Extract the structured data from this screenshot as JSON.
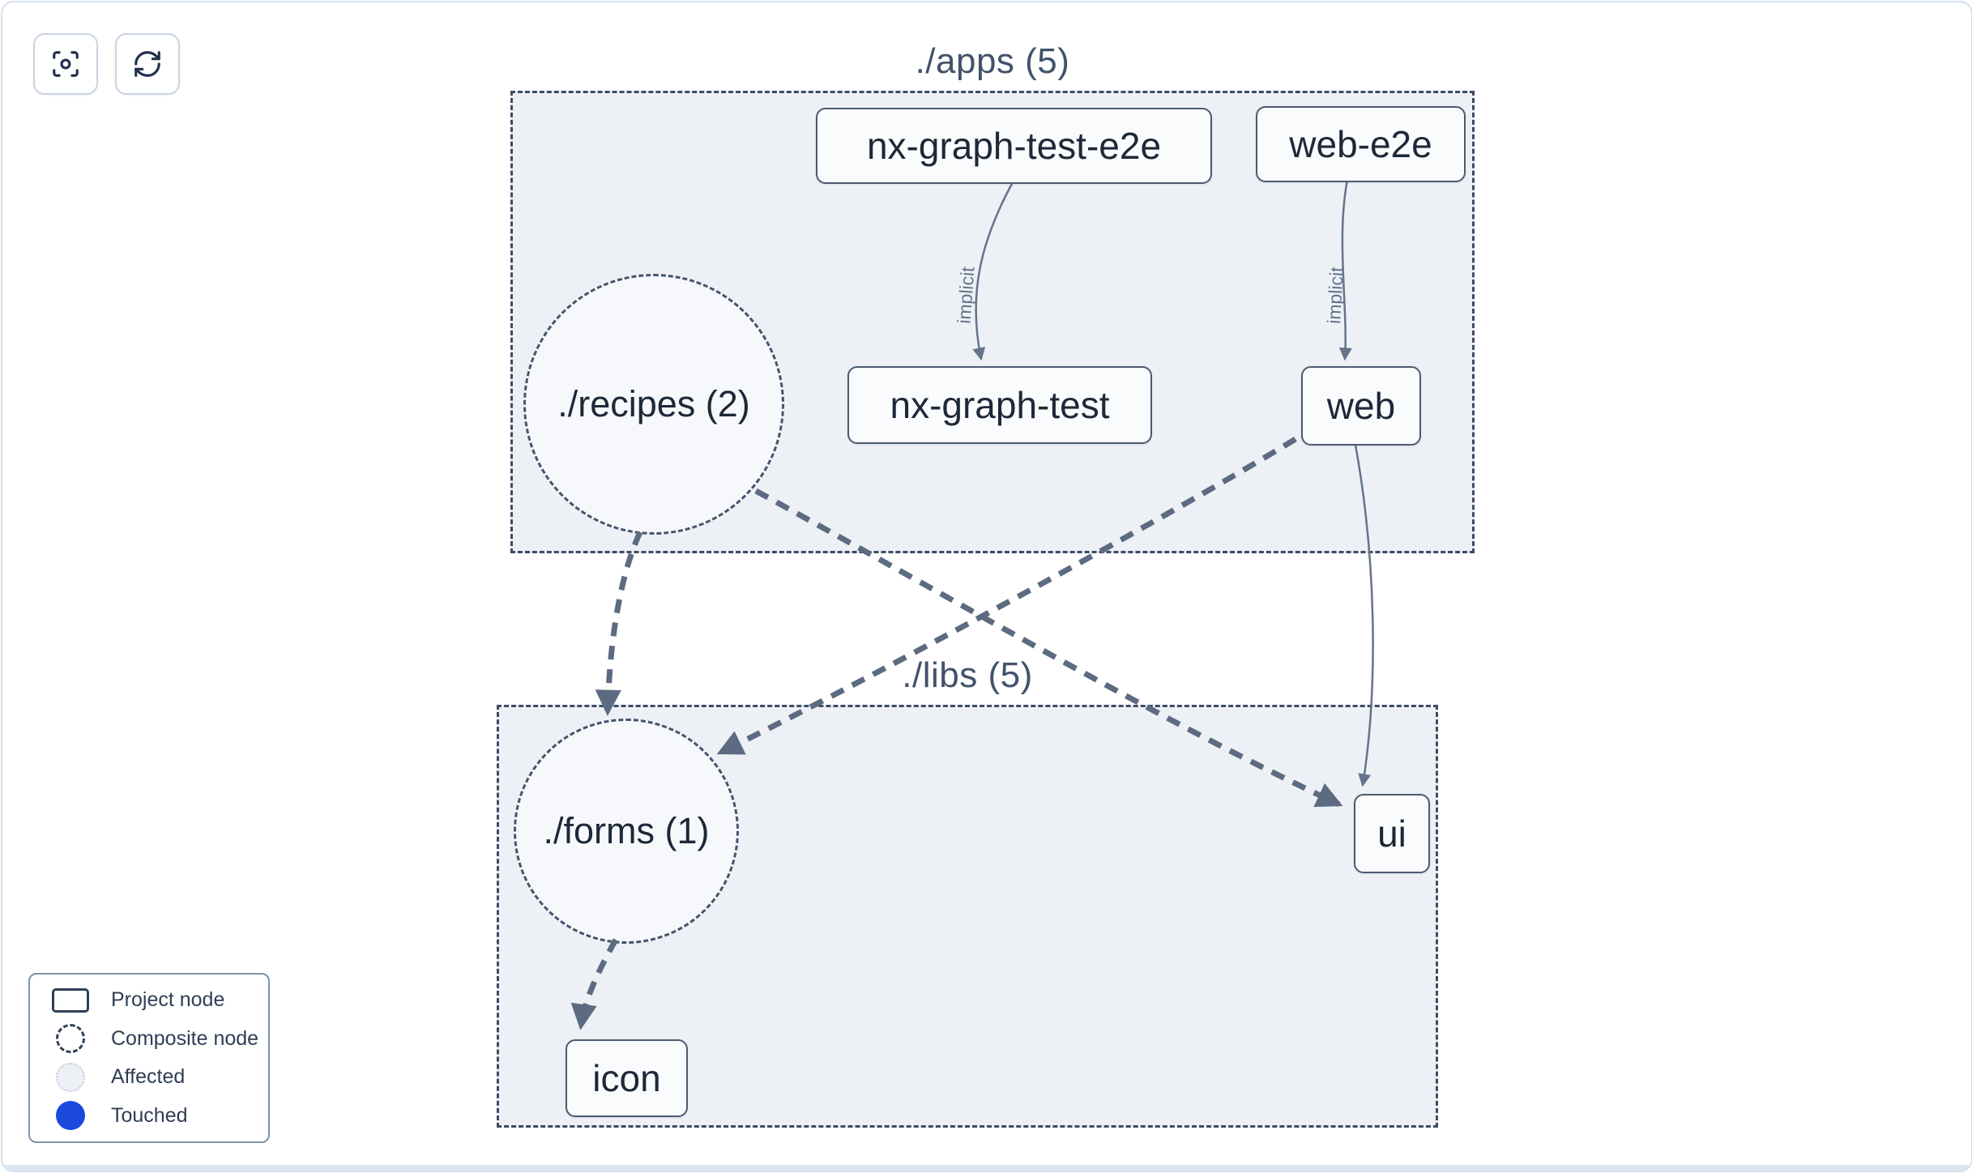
{
  "toolbar": {
    "buttons": [
      {
        "name": "focus",
        "icon": "focus-icon"
      },
      {
        "name": "refresh",
        "icon": "refresh-icon"
      }
    ]
  },
  "groups": {
    "apps": {
      "label": "./apps (5)"
    },
    "libs": {
      "label": "./libs (5)"
    }
  },
  "composite_nodes": {
    "recipes": {
      "label": "./recipes (2)"
    },
    "forms": {
      "label": "./forms (1)"
    }
  },
  "project_nodes": {
    "nx_graph_test_e2e": {
      "label": "nx-graph-test-e2e"
    },
    "web_e2e": {
      "label": "web-e2e"
    },
    "nx_graph_test": {
      "label": "nx-graph-test"
    },
    "web": {
      "label": "web"
    },
    "ui": {
      "label": "ui"
    },
    "icon": {
      "label": "icon"
    }
  },
  "edges": {
    "implicit_label": "implicit",
    "list": [
      {
        "from": "nx-graph-test-e2e",
        "to": "nx-graph-test",
        "style": "implicit"
      },
      {
        "from": "web-e2e",
        "to": "web",
        "style": "implicit"
      },
      {
        "from": "web",
        "to": "ui",
        "style": "direct"
      },
      {
        "from": "./recipes (2)",
        "to": "./forms (1)",
        "style": "composite"
      },
      {
        "from": "./recipes (2)",
        "to": "ui",
        "style": "composite"
      },
      {
        "from": "web",
        "to": "./forms (1)",
        "style": "composite"
      },
      {
        "from": "./forms (1)",
        "to": "icon",
        "style": "composite"
      }
    ]
  },
  "legend": {
    "items": [
      {
        "label": "Project node",
        "swatch": "project"
      },
      {
        "label": "Composite node",
        "swatch": "composite"
      },
      {
        "label": "Affected",
        "swatch": "affected"
      },
      {
        "label": "Touched",
        "swatch": "touched"
      }
    ]
  },
  "colors": {
    "touched_blue": "#1b49dd",
    "group_fill": "#edf1f6",
    "edge_thick": "#5d6b81",
    "edge_thin": "#64748b",
    "node_border": "#4b5a70",
    "text": "#1d2838"
  }
}
